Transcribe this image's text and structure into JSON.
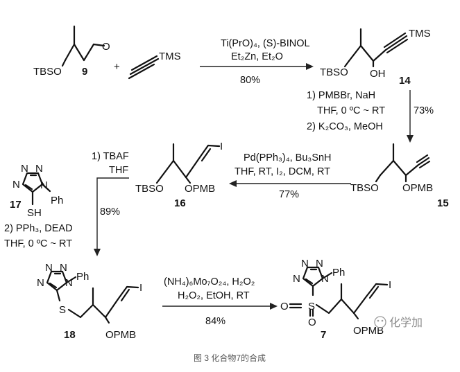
{
  "compounds": {
    "c9": {
      "number": "9",
      "tbso": "TBSO",
      "oxygen": "O"
    },
    "tms_alkyne": {
      "tms": "TMS"
    },
    "c14": {
      "number": "14",
      "tbso": "TBSO",
      "oh": "OH",
      "tms": "TMS"
    },
    "c15": {
      "number": "15",
      "tbso": "TBSO",
      "opmb": "OPMB"
    },
    "c16": {
      "number": "16",
      "tbso": "TBSO",
      "opmb": "OPMB",
      "iodo": "I"
    },
    "c17": {
      "number": "17",
      "ph": "Ph",
      "sh": "SH",
      "n": "N"
    },
    "c18": {
      "number": "18",
      "ph": "Ph",
      "s": "S",
      "opmb": "OPMB",
      "iodo": "I",
      "n": "N"
    },
    "c7": {
      "number": "7",
      "ph": "Ph",
      "s": "S",
      "o": "O",
      "opmb": "OPMB",
      "iodo": "I",
      "n": "N"
    }
  },
  "plus": "+",
  "reactions": {
    "r1": {
      "line1": "Ti(PrO)₄, (S)-BINOL",
      "line2": "Et₂Zn, Et₂O",
      "yield": "80%"
    },
    "r2": {
      "step1": "1) PMBBr, NaH",
      "step1b": "THF, 0 ºC ~ RT",
      "step2": "2) K₂CO₃, MeOH",
      "yield": "73%"
    },
    "r3": {
      "line1": "Pd(PPh₃)₄, Bu₃SnH",
      "line2": "THF, RT, I₂, DCM, RT",
      "yield": "77%"
    },
    "r4": {
      "step1": "1) TBAF",
      "step1b": "THF",
      "step2": "2) PPh₃, DEAD",
      "step2b": "THF, 0 ºC ~ RT",
      "yield": "89%"
    },
    "r5": {
      "line1": "(NH₄)₆Mo₇O₂₄, H₂O₂",
      "line2": "H₂O₂, EtOH, RT",
      "yield": "84%"
    }
  },
  "caption": "图 3 化合物7的合成",
  "watermark": "化学加"
}
